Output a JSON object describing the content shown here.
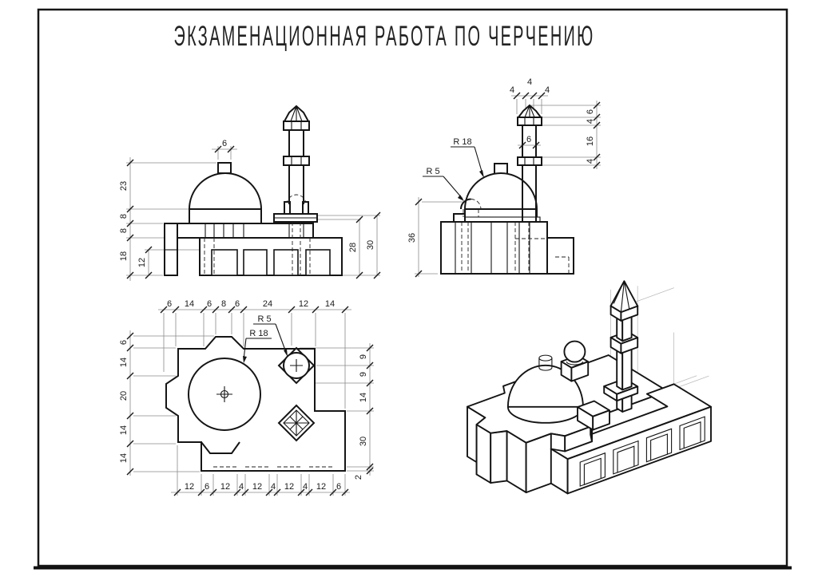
{
  "title": "ЭКЗАМЕНАЦИОННАЯ РАБОТА ПО ЧЕРЧЕНИЮ",
  "views": {
    "front": {
      "dims": {
        "lantern_width": "6",
        "left_chain": [
          "23",
          "8",
          "8",
          "18"
        ],
        "door_height": "12",
        "base_inner_height": "28",
        "base_outer_height": "30"
      }
    },
    "side": {
      "dims": {
        "top_width": "4",
        "top_left": "4",
        "top_right": "4",
        "shaft_width": "6",
        "right_chain": [
          "6",
          "4",
          "16",
          "4"
        ],
        "total_height": "36",
        "radius_dome": "R 18",
        "radius_small_dome": "R 5"
      }
    },
    "plan": {
      "dims": {
        "top_chain": [
          "6",
          "14",
          "6",
          "8",
          "6",
          "24",
          "12",
          "14"
        ],
        "left_chain": [
          "6",
          "14",
          "20",
          "14",
          "14"
        ],
        "right_chain": [
          "9",
          "9",
          "14",
          "30",
          "2"
        ],
        "bottom_chain": [
          "12",
          "6",
          "12",
          "4",
          "12",
          "4",
          "12",
          "4",
          "12",
          "6"
        ],
        "radius_dome": "R 18",
        "radius_small_dome": "R 5"
      }
    }
  }
}
